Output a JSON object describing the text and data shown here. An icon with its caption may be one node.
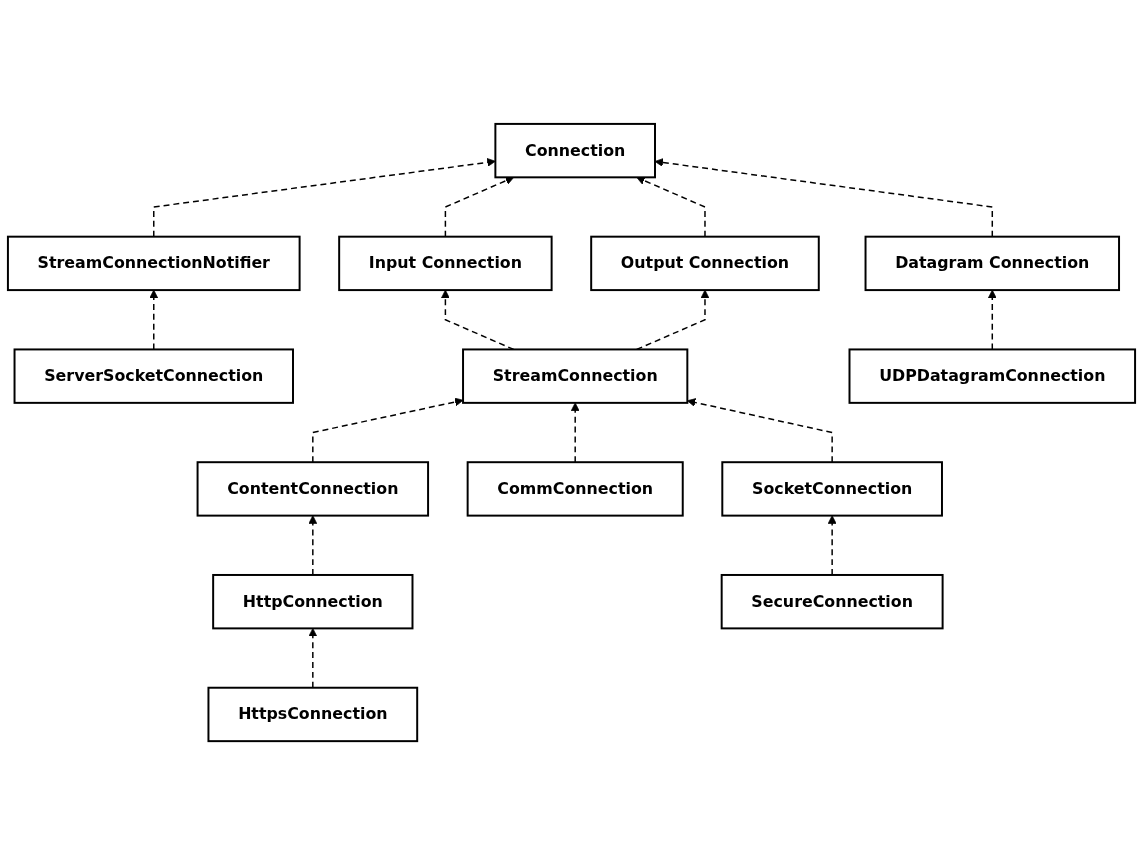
{
  "diagram": {
    "nodes": [
      {
        "text": [
          "Connection"
        ]
      },
      {
        "text": [
          "StreamConnectionNotifier"
        ]
      },
      {
        "text": [
          "Input Connection"
        ]
      },
      {
        "text": [
          "Output Connection"
        ]
      },
      {
        "text": [
          "Datagram Connection"
        ]
      },
      {
        "text": [
          "StreamConnection"
        ]
      },
      {
        "text": [
          "ContentConnection"
        ]
      },
      {
        "text": [
          "HttpConnection"
        ]
      },
      {
        "text": [
          "HttpsConnection"
        ]
      },
      {
        "text": [
          "CommConnection"
        ]
      },
      {
        "text": [
          "SocketConnection"
        ]
      },
      {
        "text": [
          "SecureConnection"
        ]
      },
      {
        "text": [
          "ServerSocketConnection"
        ]
      },
      {
        "text": [
          "UDPDatagramConnection"
        ]
      }
    ],
    "edges": [
      {
        "from": 1,
        "to": 0,
        "arrow": "to",
        "style": "dashed"
      },
      {
        "from": 2,
        "to": 0,
        "arrow": "to",
        "style": "dashed"
      },
      {
        "from": 3,
        "to": 0,
        "arrow": "to",
        "style": "dashed"
      },
      {
        "from": 4,
        "to": 0,
        "arrow": "to",
        "style": "dashed"
      },
      {
        "from": 5,
        "to": 2,
        "arrow": "to",
        "style": "dashed"
      },
      {
        "from": 5,
        "to": 3,
        "arrow": "to",
        "style": "dashed"
      },
      {
        "from": 6,
        "to": 5,
        "arrow": "to",
        "style": "dashed"
      },
      {
        "from": 9,
        "to": 5,
        "arrow": "to",
        "style": "dashed"
      },
      {
        "from": 10,
        "to": 5,
        "arrow": "to",
        "style": "dashed"
      },
      {
        "from": 7,
        "to": 6,
        "arrow": "to",
        "style": "dashed"
      },
      {
        "from": 8,
        "to": 7,
        "arrow": "to",
        "style": "dashed"
      },
      {
        "from": 11,
        "to": 10,
        "arrow": "to",
        "style": "dashed"
      },
      {
        "from": 12,
        "to": 1,
        "arrow": "to",
        "style": "dashed"
      },
      {
        "from": 13,
        "to": 4,
        "arrow": "to",
        "style": "dashed"
      }
    ]
  }
}
